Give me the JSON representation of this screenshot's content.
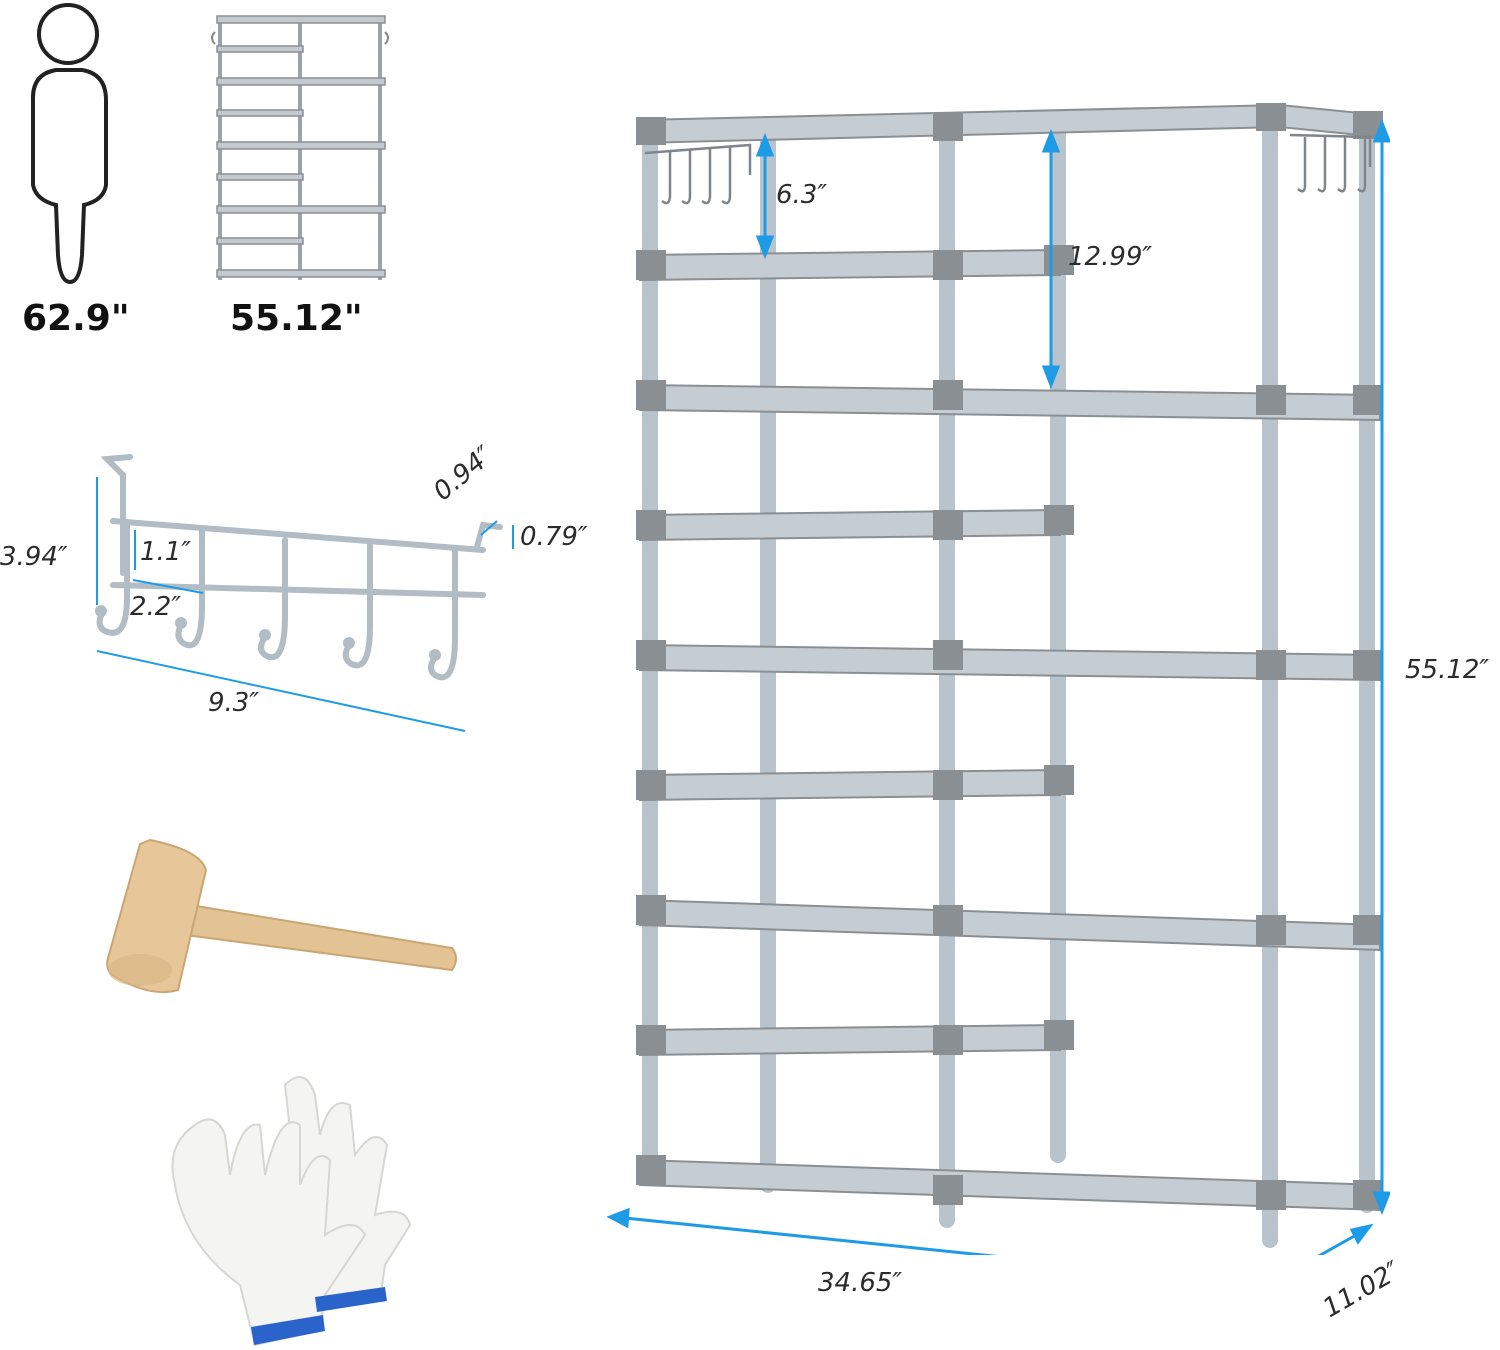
{
  "comparison": {
    "person_height": "62.9\"",
    "rack_height": "55.12\""
  },
  "hook": {
    "height": "3.94″",
    "inner_height": "1.1″",
    "hook_spacing": "2.2″",
    "length": "9.3″",
    "clip_width": "0.94″",
    "clip_depth": "0.79″"
  },
  "rack": {
    "top_gap": "6.3″",
    "shelf_gap": "12.99″",
    "height": "55.12″",
    "width": "34.65″",
    "depth": "11.02″"
  },
  "colors": {
    "frame": "#b9c3cb",
    "connector": "#8a8f94",
    "dimension": "#1e9be6",
    "wood": "#e7c79a",
    "glove": "#f4f4f2",
    "glove_cuff": "#2a63c9"
  }
}
